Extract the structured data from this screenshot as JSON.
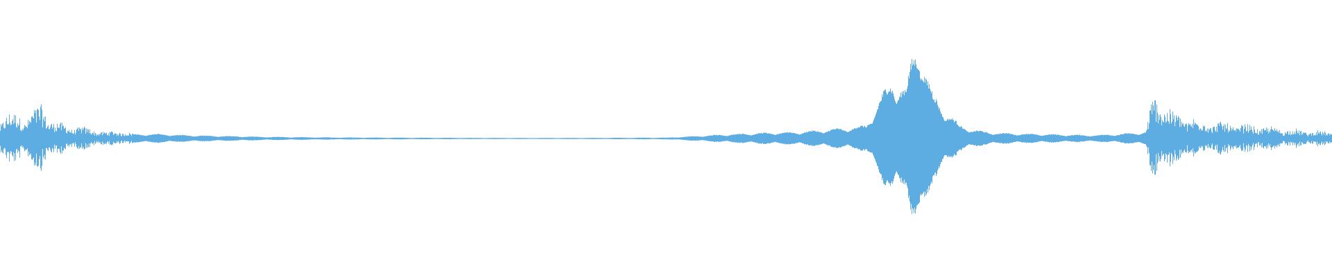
{
  "waveform": {
    "color": "#5dade2",
    "background": "#ffffff",
    "amplitude_envelope": [
      [
        0.0,
        0.16
      ],
      [
        0.01,
        0.19
      ],
      [
        0.02,
        0.17
      ],
      [
        0.03,
        0.26
      ],
      [
        0.04,
        0.14
      ],
      [
        0.05,
        0.1
      ],
      [
        0.06,
        0.09
      ],
      [
        0.07,
        0.07
      ],
      [
        0.08,
        0.05
      ],
      [
        0.09,
        0.06
      ],
      [
        0.1,
        0.04
      ],
      [
        0.12,
        0.04
      ],
      [
        0.14,
        0.03
      ],
      [
        0.16,
        0.025
      ],
      [
        0.18,
        0.02
      ],
      [
        0.2,
        0.015
      ],
      [
        0.25,
        0.01
      ],
      [
        0.3,
        0.008
      ],
      [
        0.35,
        0.006
      ],
      [
        0.4,
        0.005
      ],
      [
        0.45,
        0.006
      ],
      [
        0.5,
        0.008
      ],
      [
        0.55,
        0.04
      ],
      [
        0.57,
        0.05
      ],
      [
        0.6,
        0.06
      ],
      [
        0.62,
        0.08
      ],
      [
        0.64,
        0.1
      ],
      [
        0.65,
        0.12
      ],
      [
        0.66,
        0.35
      ],
      [
        0.67,
        0.55
      ],
      [
        0.68,
        0.45
      ],
      [
        0.685,
        0.75
      ],
      [
        0.69,
        0.95
      ],
      [
        0.695,
        0.6
      ],
      [
        0.7,
        0.4
      ],
      [
        0.71,
        0.25
      ],
      [
        0.72,
        0.12
      ],
      [
        0.73,
        0.08
      ],
      [
        0.74,
        0.06
      ],
      [
        0.75,
        0.05
      ],
      [
        0.78,
        0.04
      ],
      [
        0.8,
        0.035
      ],
      [
        0.82,
        0.03
      ],
      [
        0.84,
        0.04
      ],
      [
        0.86,
        0.06
      ],
      [
        0.865,
        0.3
      ],
      [
        0.87,
        0.34
      ],
      [
        0.875,
        0.28
      ],
      [
        0.88,
        0.2
      ],
      [
        0.89,
        0.18
      ],
      [
        0.9,
        0.14
      ],
      [
        0.92,
        0.12
      ],
      [
        0.94,
        0.1
      ],
      [
        0.96,
        0.08
      ],
      [
        0.98,
        0.06
      ],
      [
        1.0,
        0.05
      ]
    ]
  }
}
